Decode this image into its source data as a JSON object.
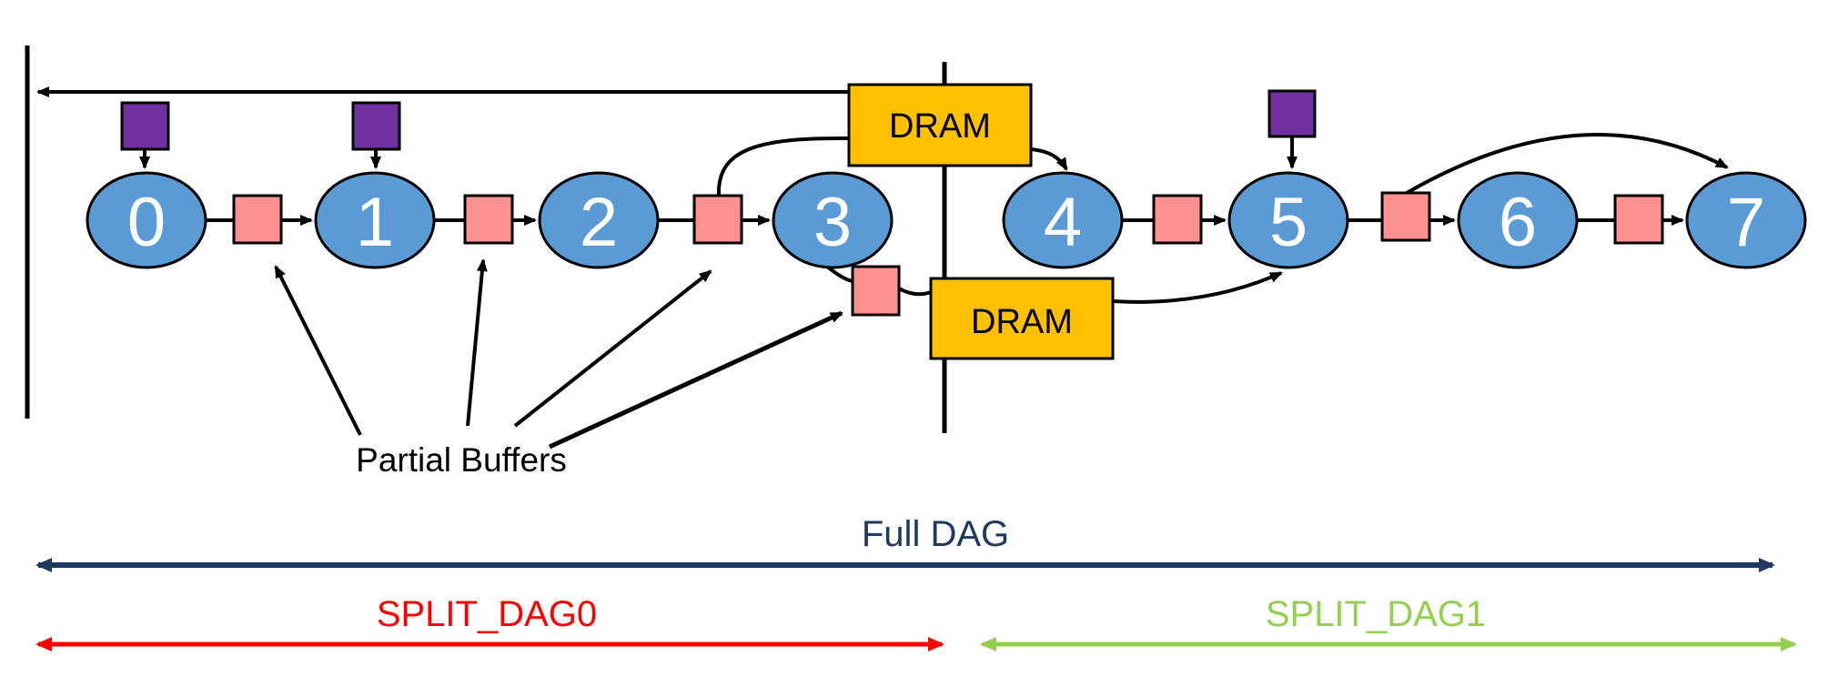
{
  "diagram": {
    "nodes": [
      {
        "label": "0"
      },
      {
        "label": "1"
      },
      {
        "label": "2"
      },
      {
        "label": "3"
      },
      {
        "label": "4"
      },
      {
        "label": "5"
      },
      {
        "label": "6"
      },
      {
        "label": "7"
      }
    ],
    "dram_top": {
      "label": "DRAM"
    },
    "dram_bottom": {
      "label": "DRAM"
    },
    "partial_buffers_caption": "Partial Buffers",
    "spans": {
      "full_dag_label": "Full DAG",
      "split_dag0_label": "SPLIT_DAG0",
      "split_dag1_label": "SPLIT_DAG1"
    }
  },
  "colors": {
    "node_fill": "#5B9BD5",
    "node_text": "#FFFFFF",
    "buffer_fill": "#FF9090",
    "input_fill": "#7030A0",
    "dram_fill": "#FFC000",
    "black": "#000000",
    "full_dag": "#1F3864",
    "split_dag0": "#FF0000",
    "split_dag1": "#92D050"
  }
}
